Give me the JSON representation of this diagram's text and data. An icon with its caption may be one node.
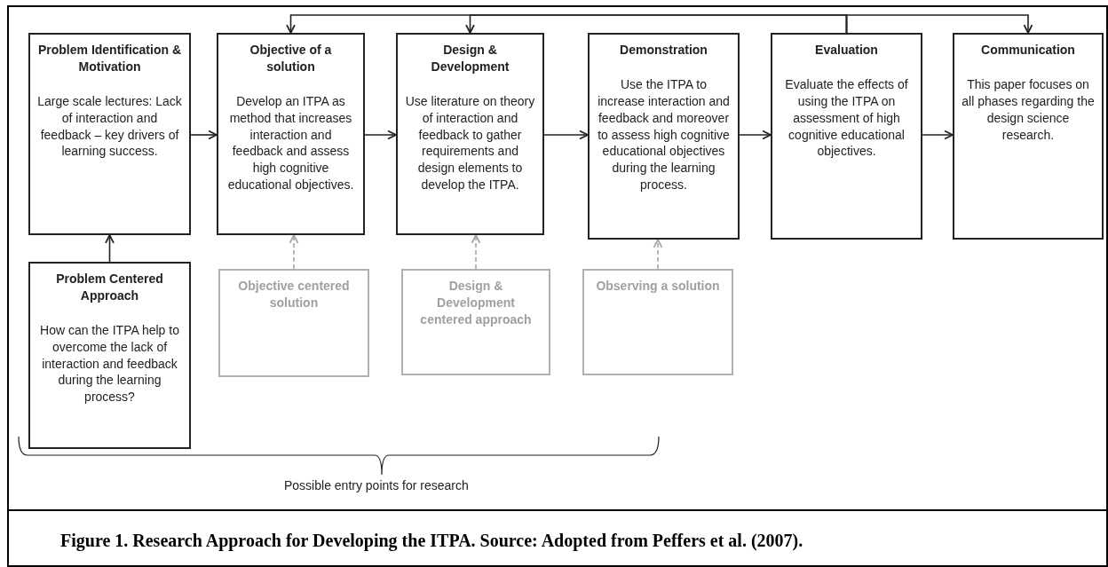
{
  "diagram": {
    "caption": "Figure 1. Research Approach for Developing the ITPA. Source: Adopted from Peffers et al. (2007).",
    "nodes": [
      {
        "text": [
          "Problem Identification & Motivation",
          "Large scale lectures: Lack of interaction and feedback  – key drivers of learning success."
        ]
      },
      {
        "text": [
          "Objective of a solution",
          "Develop an ITPA as method that increases interaction and feedback and assess high cognitive educational objectives."
        ]
      },
      {
        "text": [
          "Design & Development",
          "Use literature on theory of interaction and feedback to gather requirements and design elements to develop the ITPA."
        ]
      },
      {
        "text": [
          "Demonstration",
          "Use the ITPA to increase interaction and feedback and moreover to assess high cognitive educational objectives during the learning process."
        ]
      },
      {
        "text": [
          "Evaluation",
          "Evaluate the effects of using the ITPA on assessment of high cognitive educational objectives."
        ]
      },
      {
        "text": [
          "Communication",
          "This paper focuses on all phases regarding the design science research."
        ]
      },
      {
        "text": [
          "Problem Centered Approach",
          "How can the ITPA help to overcome the lack of interaction and feedback during the learning process?"
        ]
      },
      {
        "text": [
          "Objective centered solution"
        ]
      },
      {
        "text": [
          "Design & Development centered approach"
        ]
      },
      {
        "text": [
          "Observing a solution"
        ]
      }
    ],
    "edges": [
      {
        "from": 0,
        "to": 1,
        "arrow": "to"
      },
      {
        "from": 1,
        "to": 2,
        "arrow": "to"
      },
      {
        "from": 2,
        "to": 3,
        "arrow": "to"
      },
      {
        "from": 3,
        "to": 4,
        "arrow": "to"
      },
      {
        "from": 4,
        "to": 5,
        "arrow": "to"
      },
      {
        "from": 6,
        "to": 0,
        "arrow": "to"
      },
      {
        "from": 7,
        "to": 1,
        "arrow": "to",
        "style": "dashed",
        "color": "#a6a6a6"
      },
      {
        "from": 8,
        "to": 2,
        "arrow": "to",
        "style": "dashed",
        "color": "#a6a6a6"
      },
      {
        "from": 9,
        "to": 3,
        "arrow": "to",
        "style": "dashed",
        "color": "#a6a6a6"
      },
      {
        "from": 4,
        "to": 1,
        "arrow": "to"
      },
      {
        "from": 4,
        "to": 2,
        "arrow": "to"
      },
      {
        "from": 4,
        "to": 5,
        "arrow": "to"
      }
    ],
    "labels": [
      "Possible entry points for research"
    ]
  }
}
